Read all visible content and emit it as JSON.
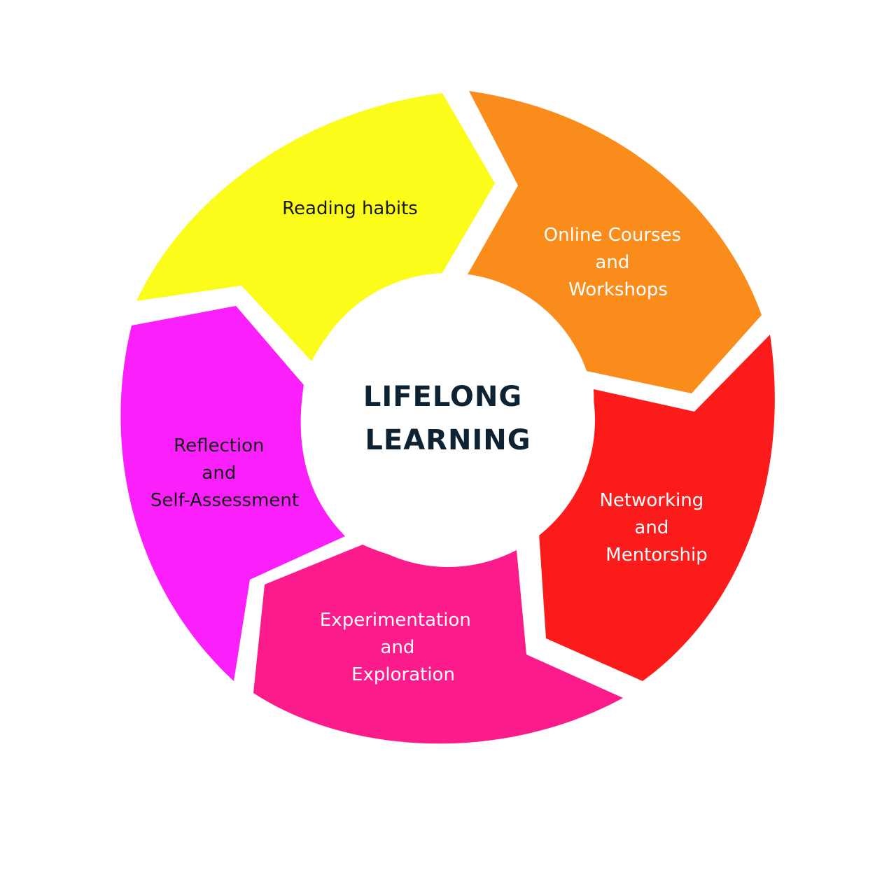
{
  "diagram": {
    "center": {
      "lines": [
        "LIFELONG",
        "LEARNING"
      ],
      "text_color": "#0d2233",
      "fill": "#ffffff"
    },
    "segments": [
      {
        "id": "reading",
        "lines": [
          "Reading habits"
        ],
        "color": "#fbfc19",
        "text_color": "#1a1a1a"
      },
      {
        "id": "online",
        "lines": [
          "Online Courses",
          "and",
          "Workshops"
        ],
        "color": "#fa8c1c",
        "text_color": "#ffffff"
      },
      {
        "id": "networking",
        "lines": [
          "Networking",
          "and",
          "Mentorship"
        ],
        "color": "#fc1b1b",
        "text_color": "#ffffff"
      },
      {
        "id": "experimentation",
        "lines": [
          "Experimentation",
          "and",
          "Exploration"
        ],
        "color": "#fc1b8a",
        "text_color": "#ffffff"
      },
      {
        "id": "reflection",
        "lines": [
          "Reflection",
          "and",
          "Self-Assessment"
        ],
        "color": "#fb1ffc",
        "text_color": "#1a1a1a"
      }
    ]
  }
}
